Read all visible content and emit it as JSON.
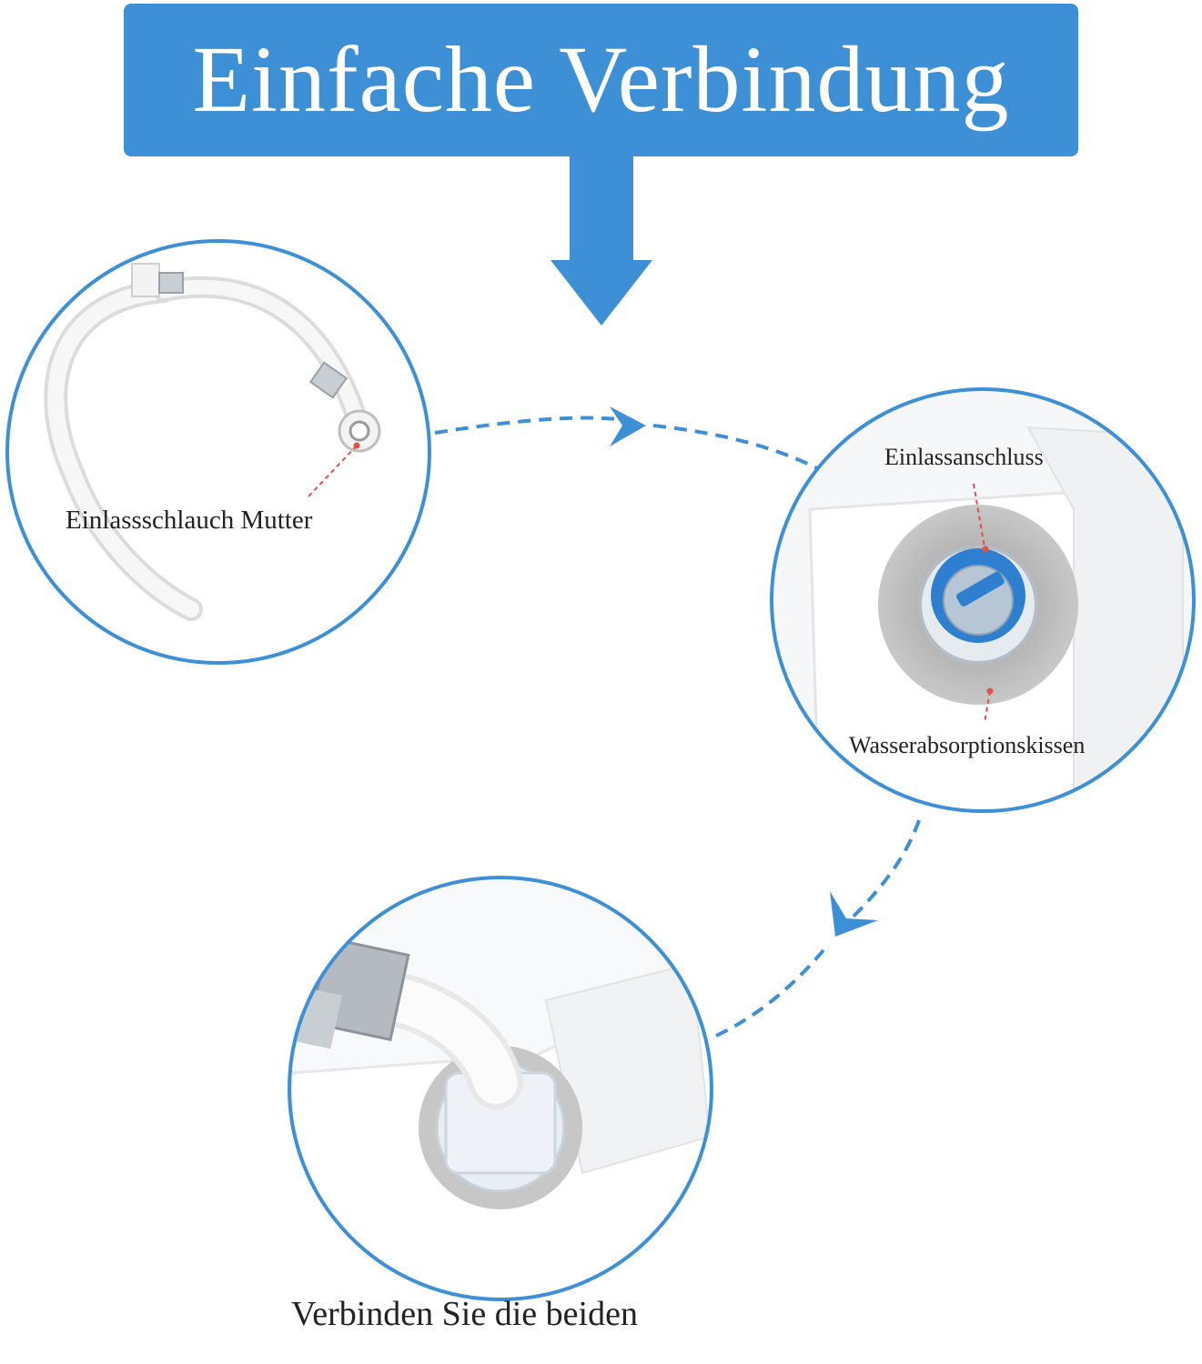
{
  "title": "Einfache Verbindung",
  "labels": {
    "hose_nut": "Einlassschlauch Mutter",
    "inlet_connector": "Einlassanschluss",
    "absorption_pad": "Wasserabsorptionskissen"
  },
  "caption": "Verbinden Sie die beiden",
  "colors": {
    "accent": "#3d8fd6",
    "circle_border": "#3d8fd6",
    "callout_marker": "#e05050"
  },
  "icons": [
    "down-arrow-icon",
    "dashed-flow-arrow-icon",
    "dashed-flow-arrow-icon"
  ]
}
